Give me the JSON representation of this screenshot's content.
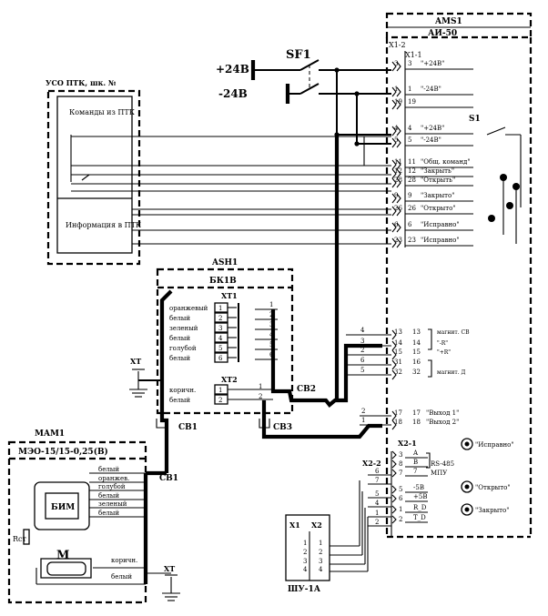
{
  "blocks": {
    "ams1": {
      "ref": "AMS1",
      "model": "АИ-50"
    },
    "uso": {
      "title": "УСО ПТК, шк. №",
      "commands": "Команды из ПТК",
      "info": "Информация в ПТК"
    },
    "ash1": {
      "ref": "ASH1",
      "model": "БК1В"
    },
    "mam1": {
      "ref": "MAM1",
      "model": "МЭО-15/15-0,25(В)",
      "bim": "БИМ",
      "motor": "M",
      "rst": "Rст"
    },
    "shu": {
      "name": "ШУ-1А",
      "x1": "X1",
      "x2": "X2"
    }
  },
  "power": {
    "plus24": "+24В",
    "minus24": "-24В",
    "sf1": "SF1",
    "s1": "S1"
  },
  "connectors": {
    "x1_2": "X1-2",
    "x1_1": "X1-1",
    "x2_1": "X2-1",
    "x2_2": "X2-2",
    "xt1": "XT1",
    "xt2": "XT2",
    "xt": "XT"
  },
  "cables": {
    "cb1": "CB1",
    "cb2": "CB2",
    "cb3": "CB3"
  },
  "ams_pins": [
    {
      "a": "3",
      "b": "3",
      "label": "\"+24В\""
    },
    {
      "a": "1",
      "b": "1",
      "label": "\"-24В\""
    },
    {
      "a": "19",
      "b": "19",
      "label": ""
    },
    {
      "a": "4",
      "b": "4",
      "label": "\"+24В\""
    },
    {
      "a": "5",
      "b": "5",
      "label": "\"-24В\""
    },
    {
      "a": "11",
      "b": "11",
      "label": "\"Общ. команд\""
    },
    {
      "a": "12",
      "b": "12",
      "label": "\"Закрыть\""
    },
    {
      "a": "28",
      "b": "28",
      "label": "\"Открыть\""
    },
    {
      "a": "9",
      "b": "9",
      "label": "\"Закрыто\""
    },
    {
      "a": "26",
      "b": "26",
      "label": "\"Открыто\""
    },
    {
      "a": "6",
      "b": "6",
      "label": "\"Исправно\""
    },
    {
      "a": "23",
      "b": "23",
      "label": "\"Исправно\""
    }
  ],
  "mag_pins": [
    {
      "w": "4",
      "a": "13",
      "b": "13",
      "label": "магнит. СВ"
    },
    {
      "w": "3",
      "a": "14",
      "b": "14",
      "label": "\"-R\""
    },
    {
      "w": "2",
      "a": "15",
      "b": "15",
      "label": "\"+R\""
    },
    {
      "w": "6",
      "a": "31",
      "b": "16",
      "label": ""
    },
    {
      "w": "5",
      "a": "32",
      "b": "32",
      "label": "магнит. Д"
    }
  ],
  "out_pins": [
    {
      "w": "2",
      "a": "17",
      "b": "17",
      "label": "\"Выход 1\""
    },
    {
      "w": "1",
      "a": "18",
      "b": "18",
      "label": "\"Выход 2\""
    }
  ],
  "x2_pins": [
    {
      "a": "3",
      "b": "A",
      "label": ""
    },
    {
      "a": "8",
      "b": "B",
      "label": "RS-485"
    },
    {
      "a": "7",
      "b": "7",
      "label": "МПУ"
    },
    {
      "a": "5",
      "b": "-5B",
      "label": ""
    },
    {
      "a": "6",
      "b": "+5B",
      "label": ""
    },
    {
      "a": "1",
      "b": "R_D",
      "label": ""
    },
    {
      "a": "2",
      "b": "T_D",
      "label": ""
    }
  ],
  "x2_2_wires": [
    "6",
    "7",
    "5",
    "4",
    "1",
    "2"
  ],
  "leds": [
    "\"Исправно\"",
    "\"Открыто\"",
    "\"Закрыто\""
  ],
  "xt1_rows": [
    {
      "color": "оранжевый",
      "n": "1"
    },
    {
      "color": "белый",
      "n": "2"
    },
    {
      "color": "зеленый",
      "n": "3"
    },
    {
      "color": "белый",
      "n": "4"
    },
    {
      "color": "голубой",
      "n": "5"
    },
    {
      "color": "белый",
      "n": "6"
    }
  ],
  "xt2_rows": [
    {
      "color": "коричн.",
      "n": "1"
    },
    {
      "color": "белый",
      "n": "2"
    }
  ],
  "mam_wires": [
    "белый",
    "оранжев.",
    "голубой",
    "белый",
    "зеленый",
    "белый"
  ],
  "motor_wires": [
    "коричн.",
    "белый"
  ],
  "shu_pins": [
    {
      "a": "1",
      "b": "1"
    },
    {
      "a": "2",
      "b": "2"
    },
    {
      "a": "3",
      "b": "3"
    },
    {
      "a": "4",
      "b": "4"
    }
  ]
}
